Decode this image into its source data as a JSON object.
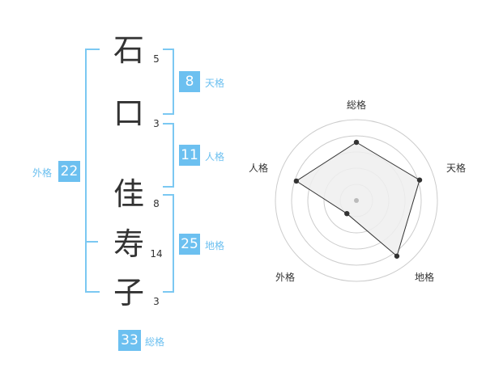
{
  "name": {
    "chars": [
      {
        "char": "石",
        "strokes": "5"
      },
      {
        "char": "口",
        "strokes": "3"
      },
      {
        "char": "佳",
        "strokes": "8"
      },
      {
        "char": "寿",
        "strokes": "14"
      },
      {
        "char": "子",
        "strokes": "3"
      }
    ]
  },
  "fortunes": {
    "ten": {
      "value": "8",
      "label": "天格"
    },
    "jin": {
      "value": "11",
      "label": "人格"
    },
    "chi": {
      "value": "25",
      "label": "地格"
    },
    "gai": {
      "value": "22",
      "label": "外格"
    },
    "sou": {
      "value": "33",
      "label": "総格"
    }
  },
  "radar": {
    "labels": {
      "top": "総格",
      "right": "天格",
      "bottom_right": "地格",
      "bottom_left": "外格",
      "left": "人格"
    },
    "scores_fraction": [
      0.72,
      0.82,
      0.85,
      0.2,
      0.78
    ],
    "ring_color": "#cccccc",
    "fill_color": "#eeeeee",
    "line_color": "#333333"
  },
  "colors": {
    "accent": "#6cc0f0",
    "bracket": "#7bc8f2"
  }
}
